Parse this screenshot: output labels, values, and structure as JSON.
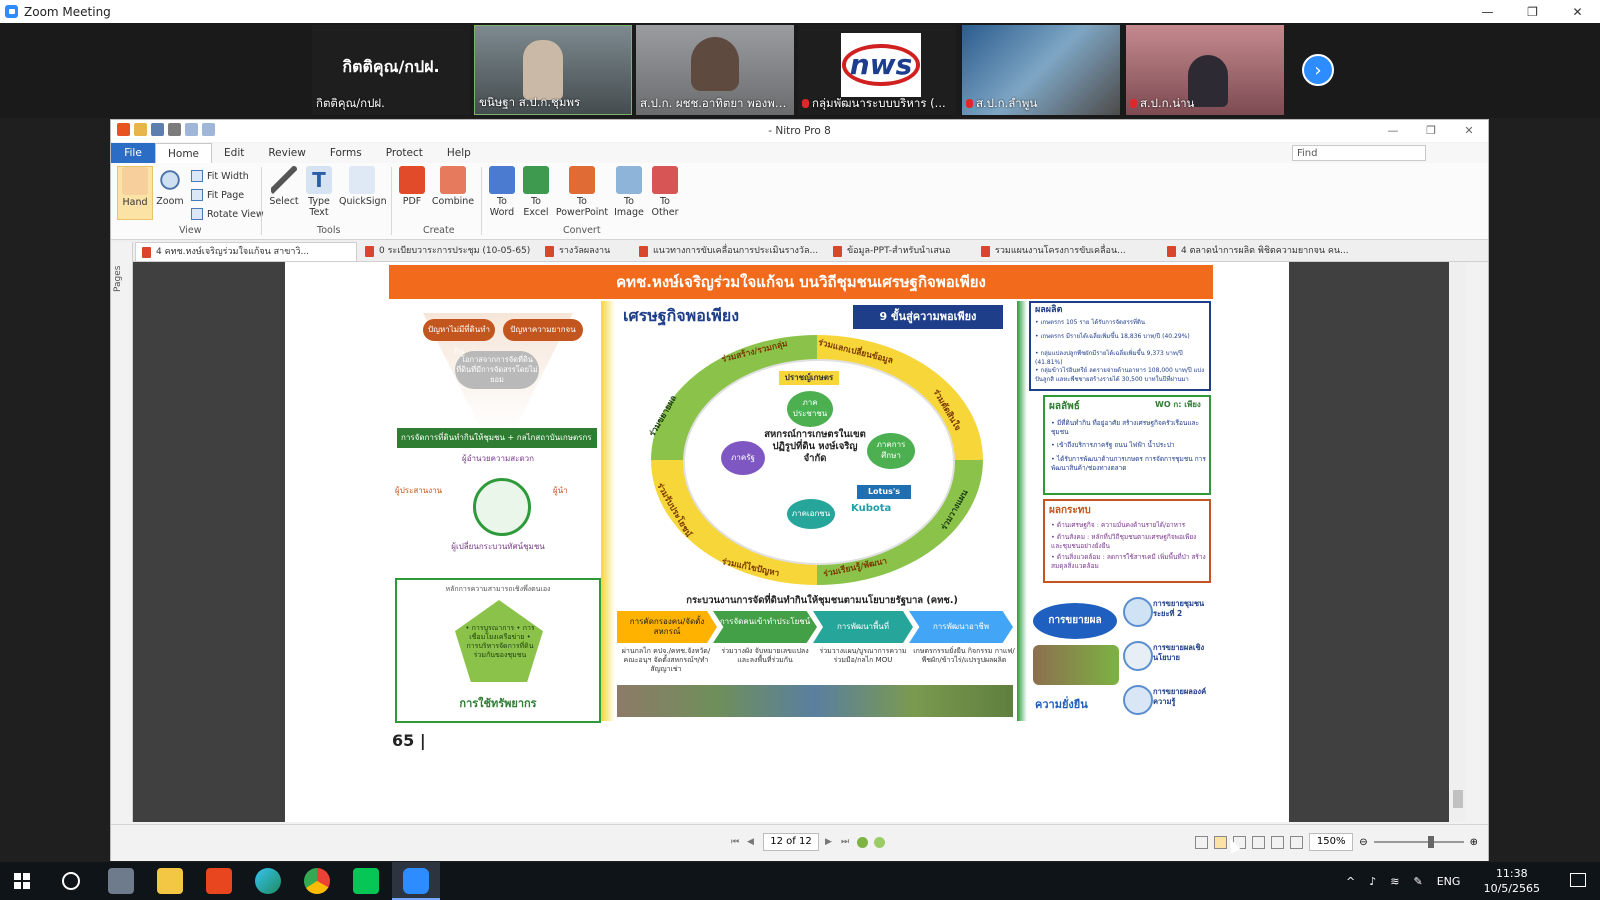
{
  "zoom": {
    "window_title": "Zoom Meeting",
    "window_controls": {
      "minimize": "—",
      "maximize": "❐",
      "close": "✕"
    },
    "participants": [
      {
        "big_label": "กิตติคุณ/กปฝ.",
        "name": "กิตติคุณ/กปฝ.",
        "muted": false
      },
      {
        "name": "ขนิษฐา ส.ป.ก.ชุมพร",
        "muted": false
      },
      {
        "name": "ส.ป.ก. ผชช.อาทิตยา พองพร...",
        "muted": false
      },
      {
        "name": "กลุ่มพัฒนาระบบบริหาร (...",
        "muted": true,
        "logo": "nws"
      },
      {
        "name": "ส.ป.ก.ลำพูน",
        "muted": true
      },
      {
        "name": "ส.ป.ก.น่าน",
        "muted": true
      }
    ],
    "next_icon": "chevron-right-icon"
  },
  "nitro": {
    "title": "- Nitro Pro 8",
    "menu": {
      "file": "File",
      "home": "Home",
      "edit": "Edit",
      "review": "Review",
      "forms": "Forms",
      "protect": "Protect",
      "help": "Help"
    },
    "find_placeholder": "Find",
    "ribbon": {
      "hand": "Hand",
      "zoom": "Zoom",
      "fit_width": "Fit Width",
      "fit_page": "Fit Page",
      "rotate_view": "Rotate View",
      "view": "View",
      "select": "Select",
      "type_text": "Type Text",
      "quicksign": "QuickSign",
      "tools": "Tools",
      "pdf": "PDF",
      "combine": "Combine",
      "create": "Create",
      "to_word": "To Word",
      "to_excel": "To Excel",
      "to_powerpoint": "To PowerPoint",
      "to_image": "To Image",
      "to_other": "To Other",
      "convert": "Convert"
    },
    "doc_tabs": [
      "4 คทช.หงษ์เจริญร่วมใจแก้จน สาขาวิ...",
      "0 ระเบียบวาระการประชุม (10-05-65)",
      "รางวัลผลงาน",
      "แนวทางการขับเคลื่อนการประเมินรางวัล...",
      "ข้อมูล-PPT-สำหรับนำเสนอ",
      "รวมแผนงานโครงการขับเคลื่อน...",
      "4 ตลาดนำการผลิต พิชิตความยากจน คน..."
    ],
    "pages_label": "Pages",
    "page_indicator": "12 of 12",
    "zoom_percent": "150%"
  },
  "slide": {
    "header": "คทช.หงษ์เจริญร่วมใจแก้จน บนวิถีชุมชนเศรษฐกิจพอเพียง",
    "left": {
      "pill1": "ปัญหาไม่มีที่ดินทำกิน",
      "pill2": "ปัญหาความยากจน",
      "funnel_text": "โอกาสจากการจัดที่ดิน ที่ดินที่มีการจัดสรรโดยไม่ยอม",
      "green_banner": "การจัดการที่ดินทำกินให้ชุมชน + กลไกสถาบันเกษตรกร",
      "top_role": "ผู้อำนวยความสะดวก",
      "role_left1": "ผู้ประสานงาน",
      "role_right1": "ผู้นำ",
      "bottom_role": "ผู้เปลี่ยนกระบวนทัศน์ชุมชน",
      "resource_heading": "การใช้ทรัพยากร",
      "resource_top": "หลักการความสามารถเชิงพึ่งตนเอง",
      "pentagon_text": "• การบูรณาการ • การเชื่อมโยงเครือข่าย • การบริหารจัดการที่ดิน ร่วมกันของชุมชน"
    },
    "middle": {
      "title": "เศรษฐกิจพอเพียง",
      "steps_badge": "9 ขั้นสู่ความพอเพียง",
      "ring_labels": [
        "ร่วมสร้าง/รวมกลุ่ม",
        "ร่วมแลกเปลี่ยนข้อมูล",
        "ร่วมตัดสินใจ",
        "ร่วมวางแผน",
        "ร่วมเรียนรู้/พัฒนา",
        "ร่วมแก้ไขปัญหา",
        "ร่วมรับประโยชน์",
        "ร่วมขยายผล"
      ],
      "center_title": "สหกรณ์การเกษตรในเขตปฏิรูปที่ดิน หงษ์เจริญ จำกัด",
      "community_label": "ปราชญ์เกษตร",
      "nodes": [
        "ภาคประชาชน",
        "ภาครัฐ",
        "ภาคการศึกษา",
        "ภาคเอกชน"
      ],
      "brands": [
        "Lotus's",
        "Kubota"
      ],
      "process_title": "กระบวนงานการจัดที่ดินทำกินให้ชุมชนตามนโยบายรัฐบาล (คทช.)",
      "process_steps": [
        "การคัดกรองคน/จัดตั้งสหกรณ์",
        "การจัดคนเข้าทำประโยชน์",
        "การพัฒนาพื้นที่",
        "การพัฒนาอาชีพ"
      ],
      "process_desc": [
        "ผ่านกลไก คปจ./คทช.จังหวัด/คณะอนุฯ จัดตั้งสหกรณ์ฯ/ทำสัญญาเช่า",
        "ร่วมวางผัง จับหมายเลขแปลง และลงพื้นที่ร่วมกัน",
        "ร่วมวางแผน/บูรณาการความร่วมมือ/กลไก MOU",
        "เกษตรกรรมยั่งยืน กิจกรรม กาแฟ/พืชผัก/ข้าวไร่/แปรรูปผลผลิต"
      ]
    },
    "right": {
      "output_title": "ผลผลิต",
      "output_lines": [
        "• เกษตรกร 105 ราย ได้รับการจัดสรรที่ดิน",
        "• เกษตรกร มีรายได้เฉลี่ยเพิ่มขึ้น 18,836 บาท/ปี (40.29%)",
        "• กลุ่มแปลงปลูกพืชผักมีรายได้เฉลี่ยเพิ่มขึ้น 9,373 บาท/ปี (41.81%)",
        "• กลุ่มข้าวไร่อินทรีย์ ลดรายจ่ายด้านอาหาร 108,000 บาท/ปี แบ่งปันลูกสิ แลหะพืชชายสร้างรายได้ 30,500 บาทในปีที่ผ่านมา"
      ],
      "outcome_title": "ผลลัพธ์",
      "outcome_badge": "WO ก: เพียง",
      "outcome_lines": [
        "• มีที่ดินทำกิน ที่อยู่อาศัย สร้างเศรษฐกิจครัวเรือนและชุมชน",
        "• เข้าถึงบริการภาครัฐ ถนน ไฟฟ้า น้ำประปา",
        "• ได้รับการพัฒนาด้านการเกษตร การจัดการชุมชน การพัฒนาสินค้า/ช่องทางตลาด"
      ],
      "impact_title": "ผลกระทบ",
      "impact_lines": [
        "• ด้านเศรษฐกิจ : ความมั่นคงด้านรายได้/อาหาร",
        "• ด้านสังคม : หลักที่ปวิถีชุมชนตามเศรษฐกิจพอเพียงและชุมชนอย่างยั่งยืน",
        "• ด้านสิ่งแวดล้อม : ลดการใช้สารเคมี เพิ่มพื้นที่ป่า สร้างสมดุลสิ่งแวดล้อม"
      ],
      "expand_label": "การขยายผล",
      "sustain_label": "ความยั่งยืน",
      "expand_items": [
        "การขยายชุมชนระยะที่ 2",
        "การขยายผลเชิงนโยบาย",
        "การขยายผลองค์ความรู้"
      ]
    },
    "page_number": "65 |"
  },
  "taskbar": {
    "lang": "ENG",
    "time": "11:38",
    "date": "10/5/2565"
  },
  "colors": {
    "orange": "#f26b1d",
    "green": "#2e9a3a",
    "blue": "#2b6cc4",
    "zoom_blue": "#2d8cff"
  }
}
